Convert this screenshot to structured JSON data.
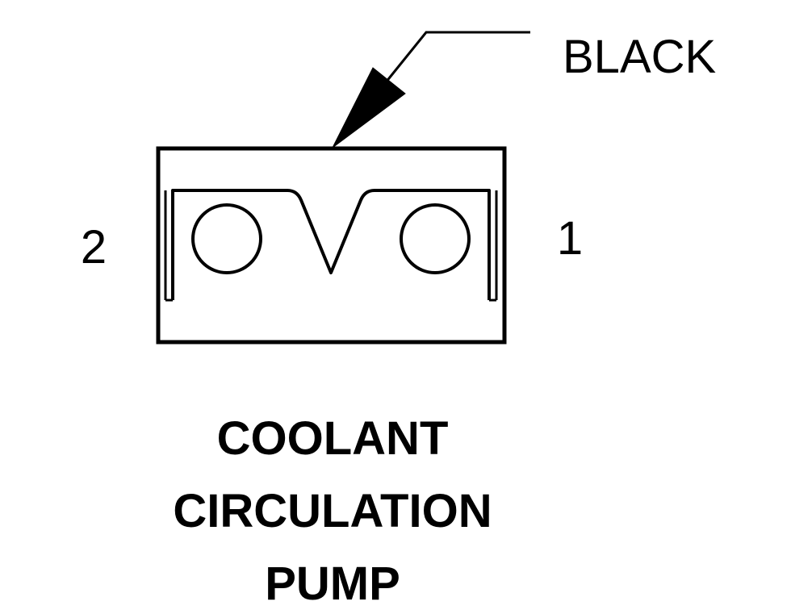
{
  "connector": {
    "color_label": "BLACK",
    "pin_left": "2",
    "pin_right": "1",
    "name_lines": [
      "COOLANT",
      "CIRCULATION",
      "PUMP"
    ],
    "colors": {
      "stroke": "#000000",
      "background": "#ffffff"
    }
  }
}
